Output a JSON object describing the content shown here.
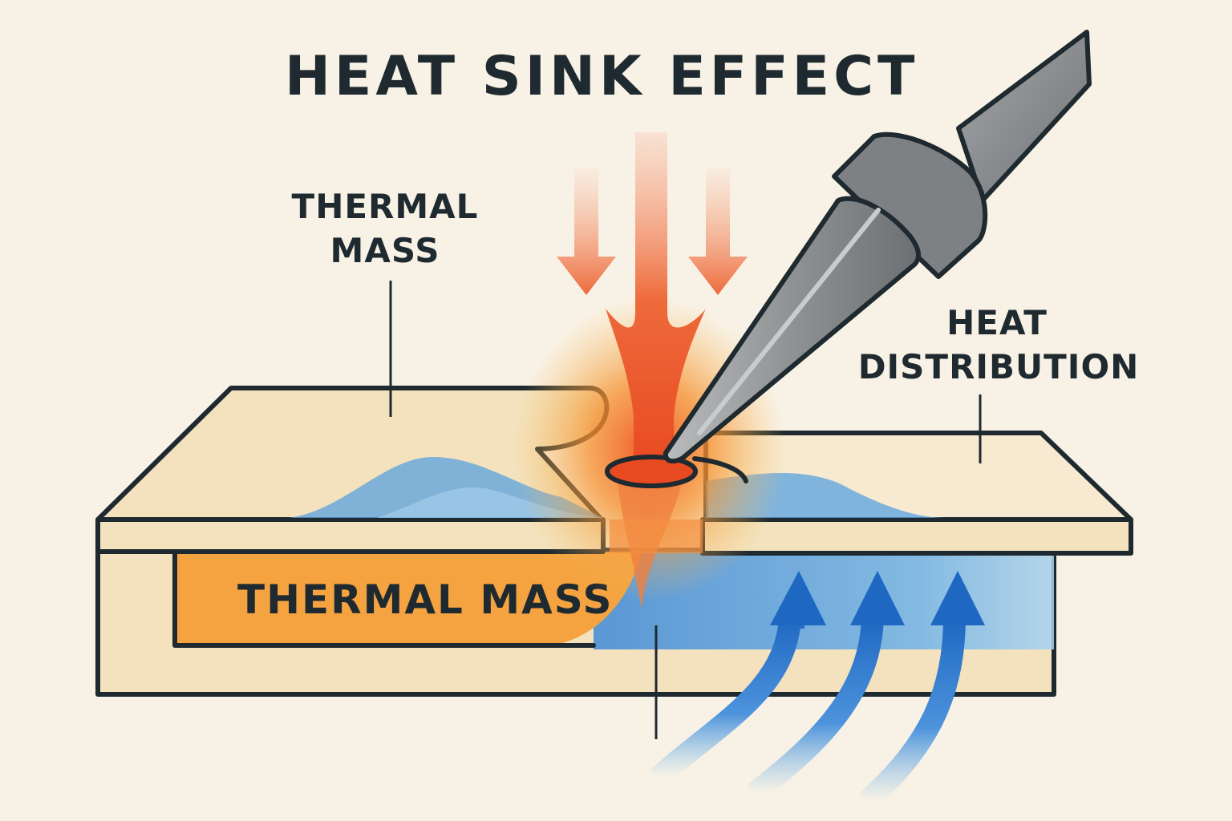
{
  "title": "HEAT SINK EFFECT",
  "labels": {
    "thermal_mass_top": [
      "THERMAL",
      "MASS"
    ],
    "heat_distribution": [
      "HEAT",
      "DISTRIBUTION"
    ],
    "thermal_mass_inner": "THERMAL MASS"
  },
  "colors": {
    "background": "#f8f2e6",
    "board": "#f3e2bd",
    "heat": "#e84a22",
    "warm": "#f4a340",
    "cool": "#2a76c9",
    "outline": "#1f2a30",
    "iron": "#8c8f92"
  },
  "icons": [
    "soldering-iron-icon",
    "heat-arrow-icon",
    "cooling-airflow-icon"
  ]
}
